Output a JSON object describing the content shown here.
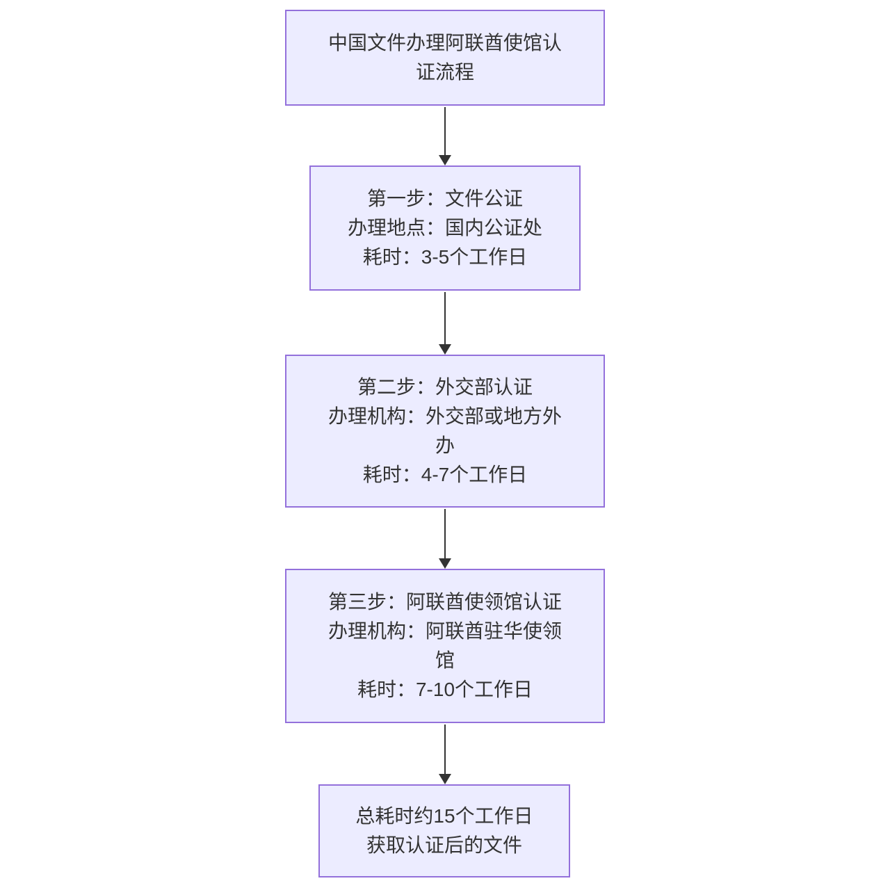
{
  "diagram": {
    "type": "flowchart",
    "direction": "top-down",
    "colors": {
      "node_fill": "#ECECFF",
      "node_border": "#9370DB",
      "text": "#333333",
      "arrow": "#333333",
      "background": "#FFFFFF"
    },
    "nodes": [
      {
        "id": "start",
        "role": "title",
        "text": "中国文件办理阿联酋使馆认证流程",
        "lines": [
          "中国文件办理阿联酋使馆认",
          "证流程"
        ]
      },
      {
        "id": "step1",
        "role": "process",
        "text": "第一步：文件公证 办理地点：国内公证处 耗时：3-5个工作日",
        "lines": [
          "第一步：文件公证",
          "办理地点：国内公证处",
          "耗时：3-5个工作日"
        ]
      },
      {
        "id": "step2",
        "role": "process",
        "text": "第二步：外交部认证 办理机构：外交部或地方外办 耗时：4-7个工作日",
        "lines": [
          "第二步：外交部认证",
          "办理机构：外交部或地方外",
          "办",
          "耗时：4-7个工作日"
        ]
      },
      {
        "id": "step3",
        "role": "process",
        "text": "第三步：阿联酋使领馆认证 办理机构：阿联酋驻华使领馆 耗时：7-10个工作日",
        "lines": [
          "第三步：阿联酋使领馆认证",
          "办理机构：阿联酋驻华使领",
          "馆",
          "耗时：7-10个工作日"
        ]
      },
      {
        "id": "end",
        "role": "result",
        "text": "总耗时约15个工作日 获取认证后的文件",
        "lines": [
          "总耗时约15个工作日",
          "获取认证后的文件"
        ]
      }
    ],
    "edges": [
      {
        "from": "start",
        "to": "step1"
      },
      {
        "from": "step1",
        "to": "step2"
      },
      {
        "from": "step2",
        "to": "step3"
      },
      {
        "from": "step3",
        "to": "end"
      }
    ]
  }
}
